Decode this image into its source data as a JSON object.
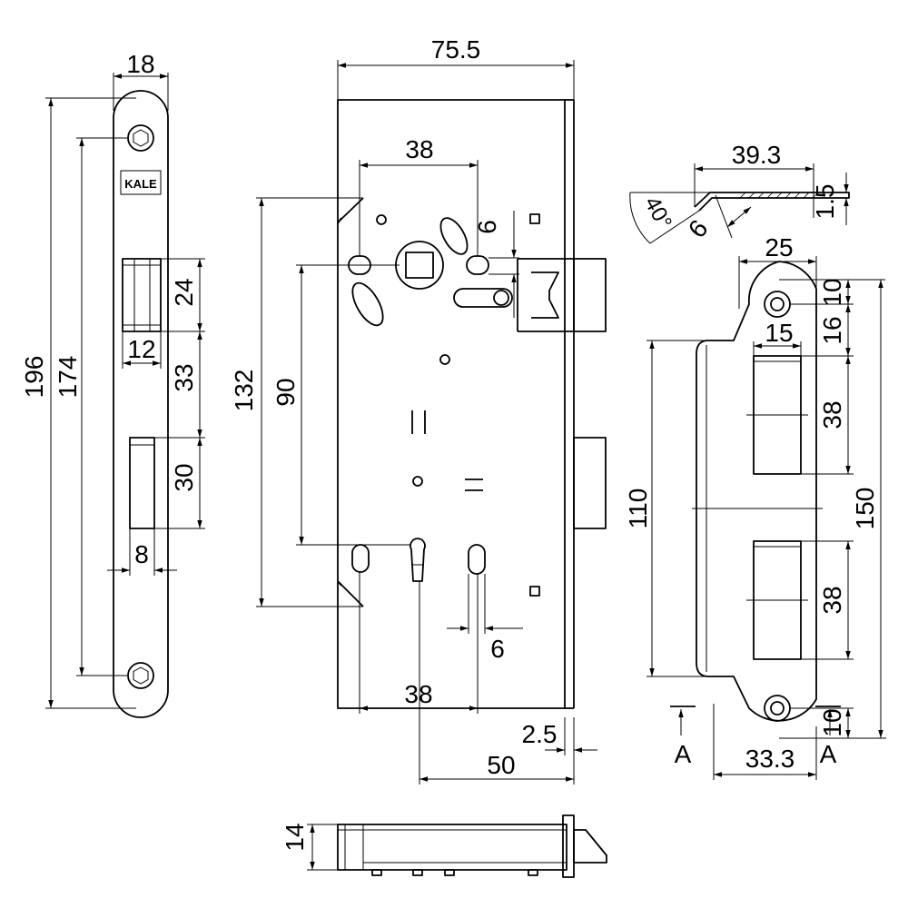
{
  "brand_logo": "KALE",
  "faceplate": {
    "width": "18",
    "total_height": "196",
    "screw_spacing": "174",
    "latch_opening_height": "24",
    "latch_opening_width": "12",
    "opening_gap": "33",
    "bolt_opening_height": "30",
    "bolt_opening_width": "8"
  },
  "lock_body": {
    "total_width": "75.5",
    "top_hole_spacing": "38",
    "follower_slot": "6",
    "body_height": "132",
    "center_distance": "90",
    "bottom_hole_spacing": "38",
    "bottom_slot": "6",
    "faceplate_thickness": "2.5",
    "backset": "50"
  },
  "side_view": {
    "thickness": "14"
  },
  "strike_section": {
    "length": "39.3",
    "angle": "40°",
    "lip": "6",
    "thickness": "1.5"
  },
  "strike_plate": {
    "top_width": "25",
    "top_hole_offset": "10",
    "hole_to_opening": "16",
    "opening_width": "15",
    "opening_top_height": "38",
    "body_height": "110",
    "total_height": "150",
    "opening_bottom_height": "38",
    "bottom_hole_offset": "10",
    "section_width": "33.3",
    "section_marker_left": "A",
    "section_marker_right": "A"
  }
}
